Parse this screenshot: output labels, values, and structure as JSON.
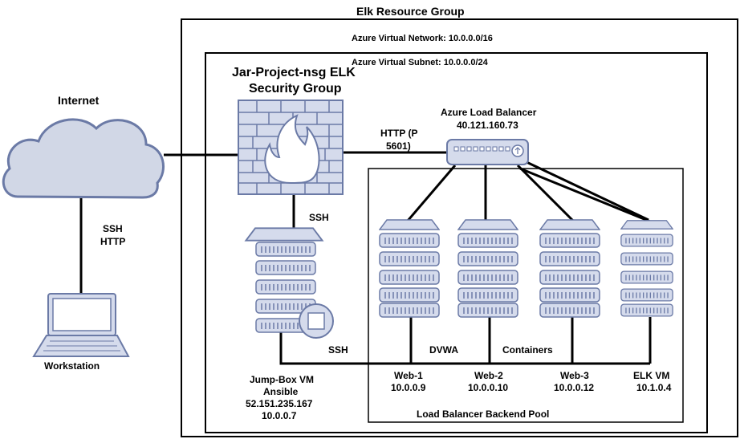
{
  "labels": {
    "resource_group": "Elk Resource Group",
    "vnet": "Azure Virtual Network: 10.0.0.0/16",
    "subnet": "Azure Virtual Subnet: 10.0.0.0/24",
    "nsg_line1": "Jar-Project-nsg ELK",
    "nsg_line2": "Security Group",
    "internet": "Internet",
    "lb_title": "Azure Load Balancer",
    "lb_ip": "40.121.160.73",
    "http_line1": "HTTP (P",
    "http_line2": "5601)",
    "ssh_inet_1": "SSH",
    "ssh_inet_2": "HTTP",
    "ssh_fw": "SSH",
    "ssh_jump": "SSH",
    "dvwa": "DVWA",
    "containers": "Containers",
    "workstation": "Workstation",
    "jump_1": "Jump-Box VM",
    "jump_2": "Ansible",
    "jump_3": "52.151.235.167",
    "jump_4": "10.0.0.7",
    "backend_pool": "Load Balancer Backend Pool"
  },
  "servers": [
    {
      "name": "Web-1",
      "ip": "10.0.0.9"
    },
    {
      "name": "Web-2",
      "ip": "10.0.0.10"
    },
    {
      "name": "Web-3",
      "ip": "10.0.0.12"
    },
    {
      "name": "ELK VM",
      "ip": "10.1.0.4"
    }
  ],
  "colors": {
    "device_fill": "#d5dbec",
    "device_stroke": "#6b7aa6",
    "cloud_fill": "#d1d7e6",
    "line": "#000000"
  },
  "icons": [
    "cloud-icon",
    "firewall-icon",
    "load-balancer-icon",
    "server-icon",
    "laptop-icon"
  ]
}
